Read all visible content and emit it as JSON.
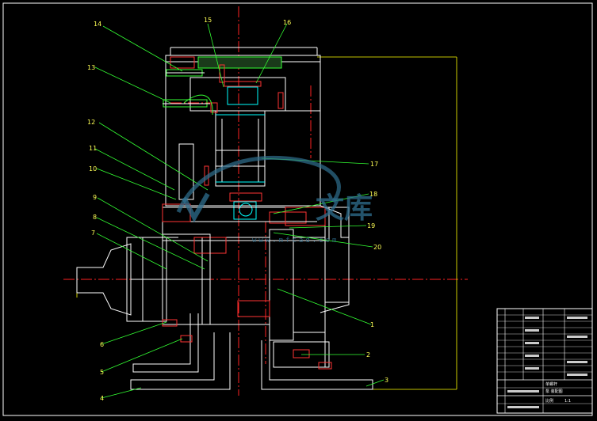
{
  "drawing": {
    "part_labels": [
      "1",
      "2",
      "3",
      "4",
      "5",
      "6",
      "7",
      "8",
      "9",
      "10",
      "11",
      "12",
      "13",
      "14",
      "15",
      "16",
      "17",
      "18",
      "19",
      "20"
    ]
  },
  "watermark": {
    "brand_text": "文库",
    "url_text": "www.mfcad.com"
  },
  "title_block": {
    "fragments": [
      "单螺杆",
      "泵 装配图",
      "比例",
      "1:1"
    ]
  },
  "colors": {
    "background": "#000000",
    "outline": "#ffffff",
    "label": "#ffff55",
    "leader": "#33ff33",
    "centerline": "#ff2222",
    "hatch": "#ff3333",
    "accent": "#00ffff",
    "dimension": "#ffff00"
  }
}
